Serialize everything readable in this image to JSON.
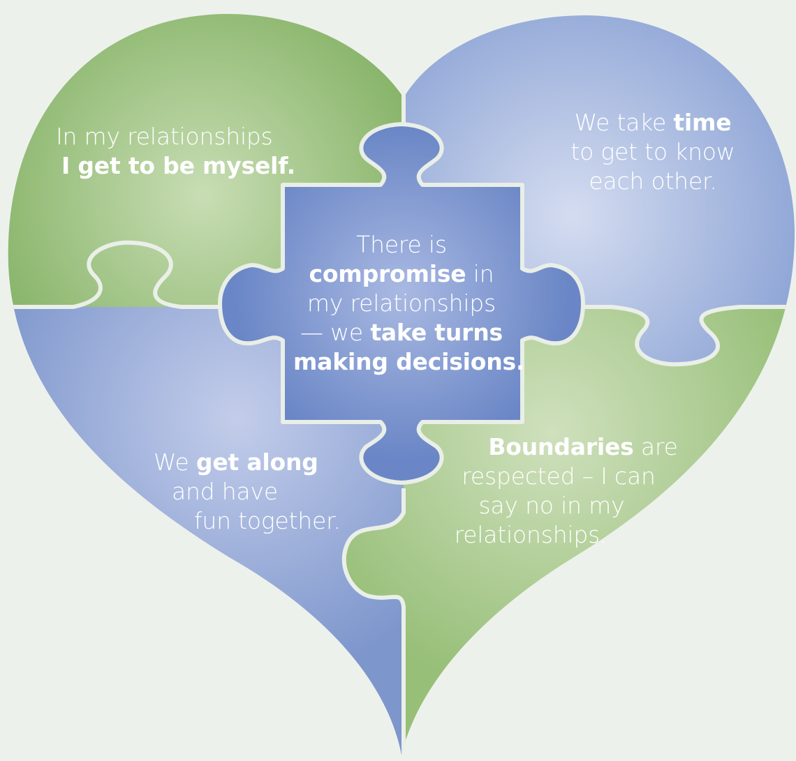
{
  "colors": {
    "background": "#edf1ec",
    "green": "#8db86e",
    "blue": "#7f98cc",
    "outline": "#e9eee7",
    "text": "#ffffff"
  },
  "pieces": {
    "top_left": {
      "line1": "In my relationships",
      "line2_bold": "I get to be myself."
    },
    "top_right": {
      "line1_plain": "We take ",
      "line1_bold": "time",
      "line2": "to get to know",
      "line3": "each other."
    },
    "center": {
      "line1": "There is",
      "line2_bold": "compromise",
      "line2_plain": " in",
      "line3": "my relationships",
      "line4_plain": "— we ",
      "line4_bold": "take turns",
      "line5_bold": "making decisions."
    },
    "bottom_left": {
      "line1_plain": "We ",
      "line1_bold": "get along",
      "line2": "and have",
      "line3": "fun together."
    },
    "bottom_right": {
      "line1_bold": "Boundaries",
      "line1_plain": " are",
      "line2": "respected – I can",
      "line3": "say no in my",
      "line4": "relationships."
    }
  }
}
